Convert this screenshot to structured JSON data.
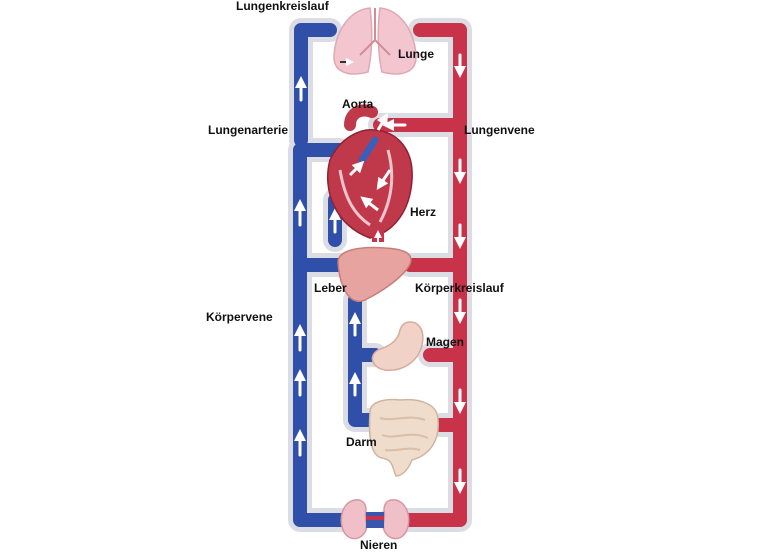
{
  "labels": {
    "pulmonary_circuit": "Lungenkreislauf",
    "lung": "Lunge",
    "aorta": "Aorta",
    "pulmonary_artery": "Lungenarterie",
    "pulmonary_vein": "Lungenvene",
    "heart": "Herz",
    "liver": "Leber",
    "systemic_circuit": "Körperkreislauf",
    "vena_cava": "Körpervene",
    "stomach": "Magen",
    "intestine": "Darm",
    "kidneys": "Nieren"
  },
  "colors": {
    "venous_blood": "#2f4fa8",
    "arterial_blood": "#c8334a",
    "vessel_outline": "#d8d8e0",
    "flow_arrow": "#ffffff",
    "lung": "#f3c6cf",
    "heart": "#c0394b",
    "liver": "#e6a3a0",
    "stomach": "#f1d2c6",
    "intestine": "#efdccb",
    "kidneys": "#f0bfc8"
  }
}
